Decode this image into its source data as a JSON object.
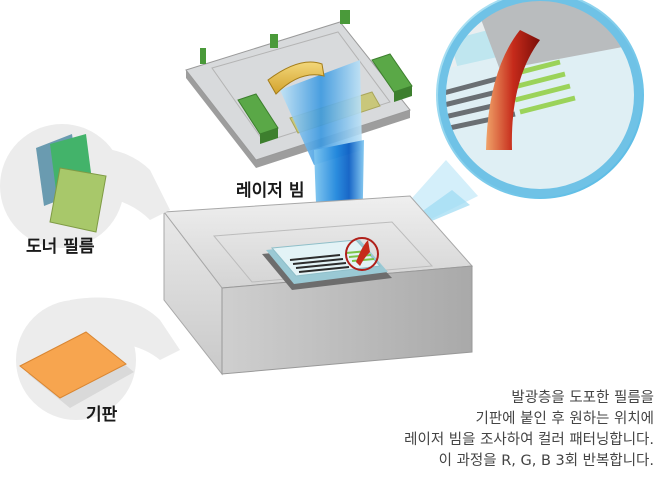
{
  "labels": {
    "laser_beam": "레이저 빔",
    "donor_film": "도너 필름",
    "substrate": "기판"
  },
  "caption": [
    "발광층을 도포한 필름을",
    "기판에 붙인 후 원하는 위치에",
    "레이저 빔을 조사하여 컬러 패터닝합니다.",
    "이 과정을 R, G, B 3회 반복합니다."
  ]
}
